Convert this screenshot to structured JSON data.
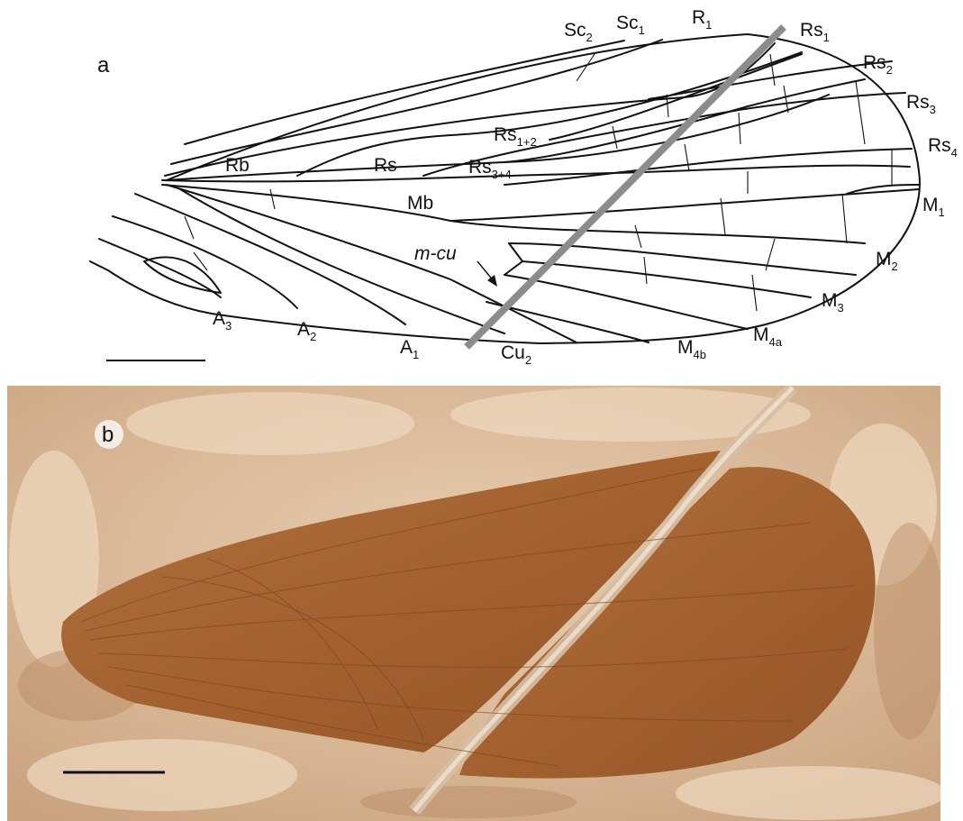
{
  "panel_a": {
    "letter": "a",
    "labels": {
      "sc2": {
        "main": "Sc",
        "sub": "2"
      },
      "sc1": {
        "main": "Sc",
        "sub": "1"
      },
      "r1": {
        "main": "R",
        "sub": "1"
      },
      "rs1": {
        "main": "Rs",
        "sub": "1"
      },
      "rs2": {
        "main": "Rs",
        "sub": "2"
      },
      "rs3": {
        "main": "Rs",
        "sub": "3"
      },
      "rs4": {
        "main": "Rs",
        "sub": "4"
      },
      "rs12": {
        "main": "Rs",
        "sub": "1+2"
      },
      "rs34": {
        "main": "Rs",
        "sub": "3+4"
      },
      "rb": {
        "main": "Rb",
        "sub": ""
      },
      "rs": {
        "main": "Rs",
        "sub": ""
      },
      "mb": {
        "main": "Mb",
        "sub": ""
      },
      "m1": {
        "main": "M",
        "sub": "1"
      },
      "m2": {
        "main": "M",
        "sub": "2"
      },
      "m3": {
        "main": "M",
        "sub": "3"
      },
      "m4a": {
        "main": "M",
        "sub": "4a"
      },
      "m4b": {
        "main": "M",
        "sub": "4b"
      },
      "cu2": {
        "main": "Cu",
        "sub": "2"
      },
      "a1": {
        "main": "A",
        "sub": "1"
      },
      "a2": {
        "main": "A",
        "sub": "2"
      },
      "a3": {
        "main": "A",
        "sub": "3"
      },
      "mcu": {
        "main": "m-cu",
        "sub": ""
      }
    }
  },
  "panel_b": {
    "letter": "b",
    "photo_colors": {
      "matrix": "#d9b99a",
      "matrix_light": "#ecd6bf",
      "wing": "#a8673a",
      "wing_dark": "#8e5026"
    }
  },
  "colors": {
    "ink": "#111111",
    "section_line": "#8c8c8c"
  }
}
